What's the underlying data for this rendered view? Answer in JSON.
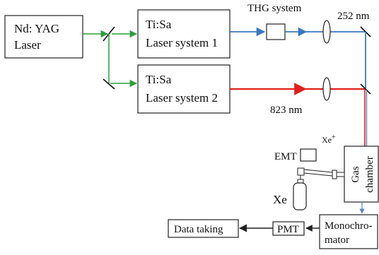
{
  "diagram": {
    "nd_yag_laser": {
      "line1": "Nd: YAG",
      "line2": "Laser"
    },
    "ti_sa_1": {
      "line1": "Ti:Sa",
      "line2": "Laser system 1"
    },
    "ti_sa_2": {
      "line1": "Ti:Sa",
      "line2": "Laser system 2"
    },
    "thg_system": "THG system",
    "wavelength_uv": "252 nm",
    "wavelength_ir": "823 nm",
    "xe_ion": "Xe",
    "xe_ion_sup": "+",
    "emt": "EMT",
    "gas_chamber": {
      "line1": "Gas",
      "line2": "chamber"
    },
    "xe_source": "Xe",
    "monochromator": {
      "line1": "Monochro-",
      "line2": "mator"
    },
    "pmt": "PMT",
    "data_taking": "Data taking"
  },
  "colors": {
    "pump_beam": "#2e9e3e",
    "uv_beam": "#3a78c0",
    "ir_beam": "#e0201b",
    "outline": "#222222",
    "signal_arrow": "#5b86c0"
  }
}
